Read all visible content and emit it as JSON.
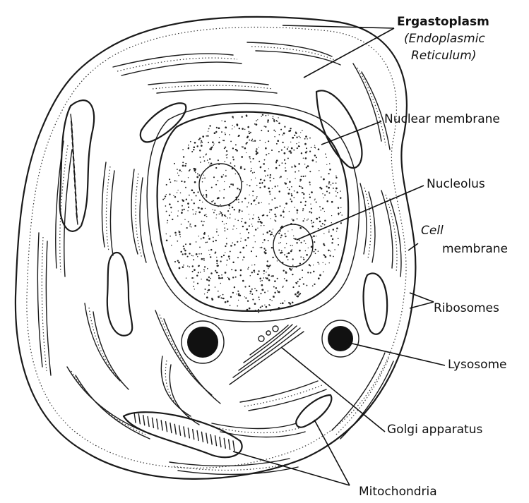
{
  "labels": {
    "ergastoplasm": "Ergastoplasm",
    "endoplasmic": "(Endoplasmic",
    "reticulum": "Reticulum)",
    "nuclear_membrane": "Nuclear membrane",
    "nucleolus": "Nucleolus",
    "cell": "Cell",
    "membrane": "membrane",
    "ribosomes": "Ribosomes",
    "lysosome": "Lysosome",
    "golgi": "Golgi apparatus",
    "mitochondria": "Mitochondria"
  }
}
